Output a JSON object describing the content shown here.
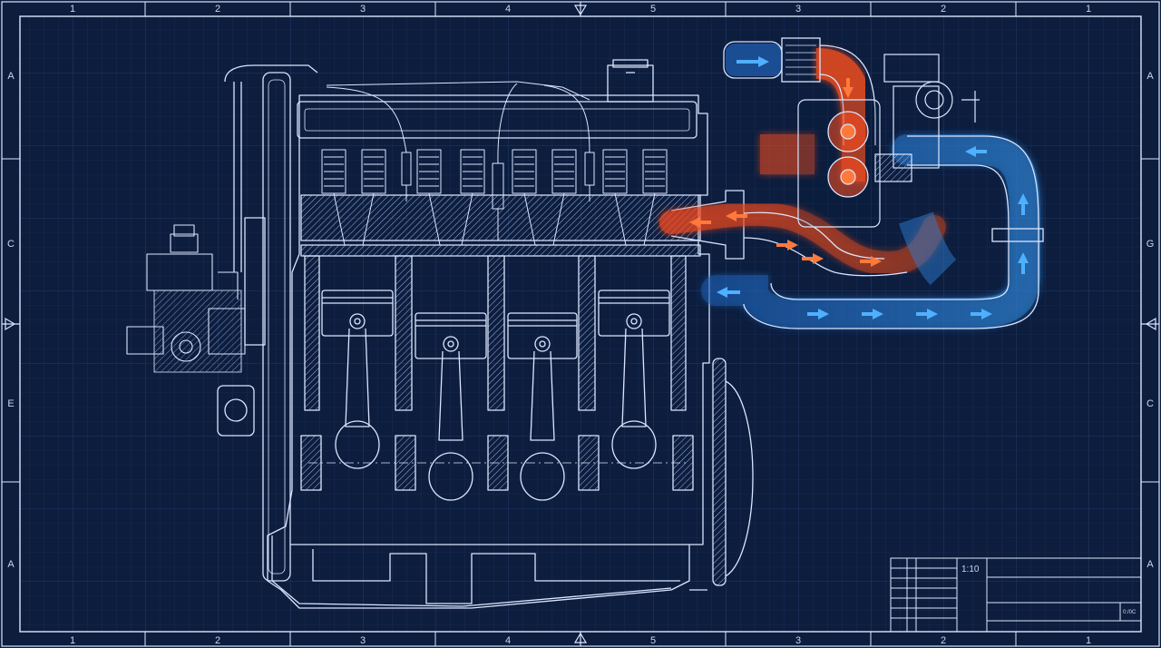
{
  "sheet": {
    "colors": {
      "background": "#0c1d3e",
      "grid_minor": "#1f3460",
      "grid_major": "#2a4478",
      "linework": "#dbe6ff",
      "hot_flow": "#ff5a2a",
      "cold_flow": "#3aa0ff"
    },
    "zone_columns_top": [
      "1",
      "2",
      "3",
      "4",
      "5",
      "3",
      "2",
      "1"
    ],
    "zone_columns_bottom": [
      "1",
      "2",
      "3",
      "4",
      "5",
      "3",
      "2",
      "1"
    ],
    "zone_rows_left": [
      "A",
      "C",
      "E",
      "A"
    ],
    "zone_rows_right": [
      "A",
      "G",
      "C",
      "A"
    ]
  },
  "title_block": {
    "scale": "1:10",
    "sheet_code": "0:/0C"
  },
  "diagram": {
    "subject_icon": "engine-cutaway-icon",
    "cylinders": 4,
    "flows": [
      {
        "name": "hot",
        "icon": "arrow-icon"
      },
      {
        "name": "cold",
        "icon": "arrow-icon"
      }
    ]
  }
}
